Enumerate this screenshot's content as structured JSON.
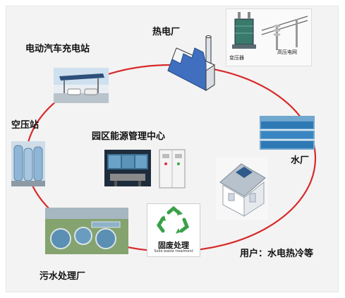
{
  "labels": {
    "power_plant": "热电厂",
    "ev_station": "电动汽车充电站",
    "air_station": "空压站",
    "center": "园区能源管理中心",
    "water_plant": "水厂",
    "sewage_plant": "污水处理厂",
    "users": "用户：水电热冷等"
  },
  "captions": {
    "transformer": "变压器",
    "hv_grid": "高压电网"
  },
  "badge": {
    "title": "固废处理",
    "subtitle": "Solid waste treatment"
  },
  "colors": {
    "ring": "#d82a2a",
    "recycle_green": "#3aa049",
    "panel_bg": "#f3f3f3"
  },
  "icons": [
    "power-plant-icon",
    "transformer-icon",
    "power-line-icon",
    "ev-charging-station-icon",
    "air-compressor-icon",
    "control-room-icon",
    "water-plant-icon",
    "house-icon",
    "sewage-plant-icon",
    "recycle-icon"
  ]
}
